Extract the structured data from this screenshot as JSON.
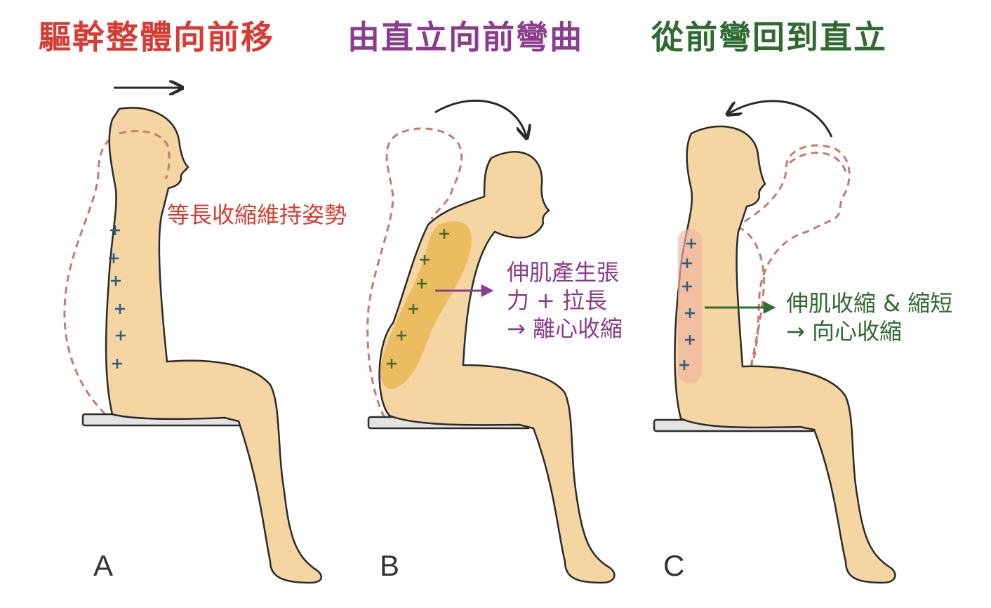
{
  "colors": {
    "red": "#d93a32",
    "purple": "#8b3c8e",
    "green": "#2f6b30",
    "skin": "#f5d5a2",
    "outline": "#2a2a2a",
    "ghost": "#c97a6e",
    "plus_blue": "#2d5a84",
    "plus_green": "#3d6b2a",
    "band_orange": "#e8b34a",
    "band_pink": "#f0b3a0",
    "seat": "#e3e3e3"
  },
  "panels": [
    {
      "letter": "A",
      "title": "驅幹整體向前移",
      "note_lines": [
        "等長收縮維持姿勢"
      ]
    },
    {
      "letter": "B",
      "title": "由直立向前彎曲",
      "note_lines": [
        "伸肌產生張",
        "力 + 拉長",
        "→ 離心收縮"
      ]
    },
    {
      "letter": "C",
      "title": "從前彎回到直立",
      "note_lines": [
        "伸肌收縮 & 縮短",
        "→ 向心收縮"
      ]
    }
  ]
}
